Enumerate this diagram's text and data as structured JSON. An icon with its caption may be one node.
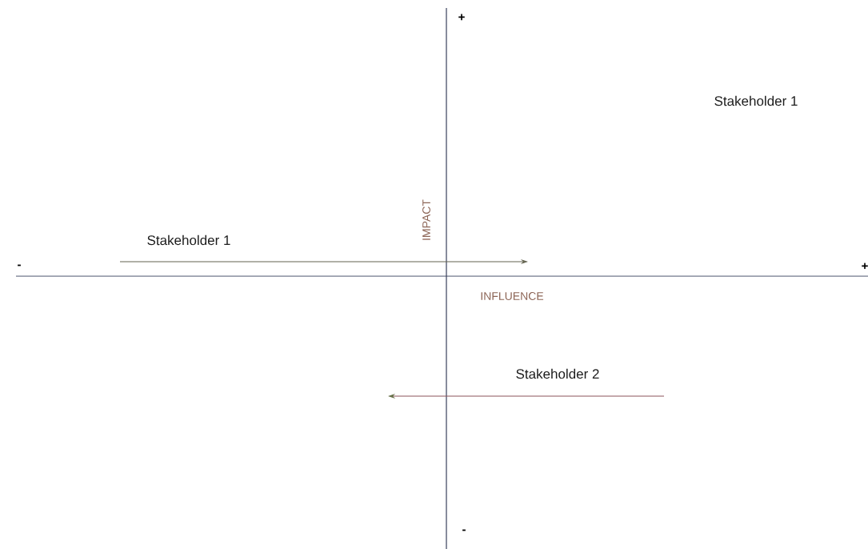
{
  "diagram": {
    "labels": [
      "+",
      "Stakeholder 1",
      "IMPACT",
      "Stakeholder 1",
      "-",
      "+",
      "INFLUENCE",
      "Stakeholder 2",
      "-"
    ]
  }
}
